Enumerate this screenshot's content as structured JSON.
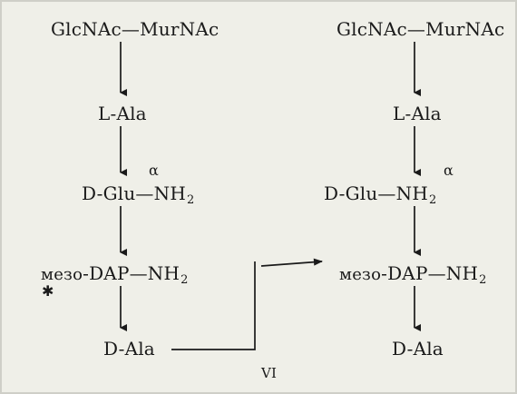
{
  "left_chain": {
    "glcnac_murnac": "GlcNAc—MurNAc",
    "l_ala": "L-Ala",
    "d_glu": "D-Glu—NH",
    "d_glu_sub": "2",
    "d_glu_alpha": "α",
    "dap_prefix": "мезо",
    "dap": "-DAP—NH",
    "dap_sub": "2",
    "d_ala": "D-Ala"
  },
  "right_chain": {
    "glcnac_murnac": "GlcNAc—MurNAc",
    "l_ala": "L-Ala",
    "d_glu": "D-Glu—NH",
    "d_glu_sub": "2",
    "d_glu_alpha": "α",
    "dap_prefix": "мезо",
    "dap": "-DAP—NH",
    "dap_sub": "2",
    "d_ala": "D-Ala"
  },
  "crosslink_label": "VI"
}
